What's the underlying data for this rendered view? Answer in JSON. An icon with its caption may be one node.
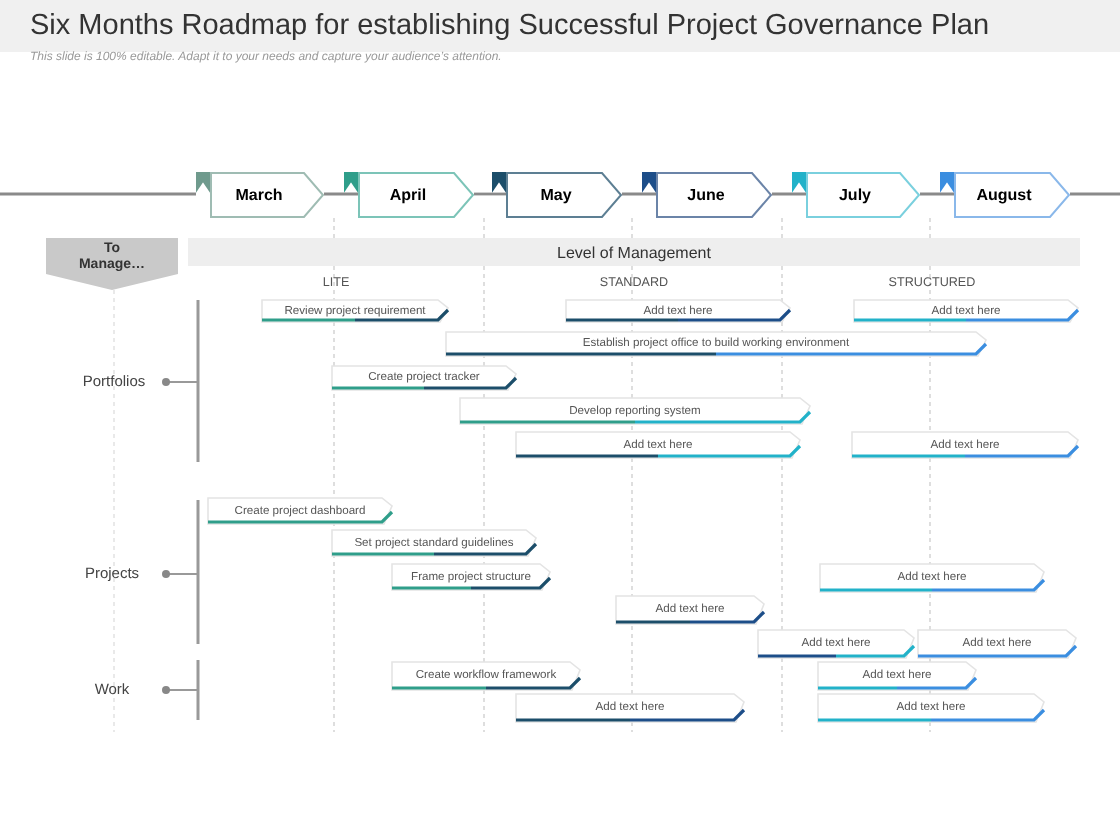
{
  "diagram": {
    "title": "Six Months Roadmap for establishing Successful Project Governance Plan",
    "caption": "This slide is 100% editable. Adapt it to your needs and capture your audience’s attention.",
    "nodes": [
      {
        "text": [
          "March"
        ]
      },
      {
        "text": [
          "April"
        ]
      },
      {
        "text": [
          "May"
        ]
      },
      {
        "text": [
          "June"
        ]
      },
      {
        "text": [
          "July"
        ]
      },
      {
        "text": [
          "August"
        ]
      },
      {
        "text": [
          "To Manage…"
        ]
      },
      {
        "text": [
          "Level of Management"
        ]
      },
      {
        "text": [
          "Review  project requirement"
        ]
      },
      {
        "text": [
          "Add text here"
        ]
      },
      {
        "text": [
          "Add text here"
        ]
      },
      {
        "text": [
          "Establish project office to build working environment"
        ]
      },
      {
        "text": [
          "Create project tracker"
        ]
      },
      {
        "text": [
          "Develop reporting system"
        ]
      },
      {
        "text": [
          "Add text here"
        ]
      },
      {
        "text": [
          "Add text here"
        ]
      },
      {
        "text": [
          "Create project dashboard"
        ]
      },
      {
        "text": [
          "Set project standard guidelines"
        ]
      },
      {
        "text": [
          "Frame project structure"
        ]
      },
      {
        "text": [
          "Add text here"
        ]
      },
      {
        "text": [
          "Add text here"
        ]
      },
      {
        "text": [
          "Add text here"
        ]
      },
      {
        "text": [
          "Add text here"
        ]
      },
      {
        "text": [
          "Create workflow framework"
        ]
      },
      {
        "text": [
          "Add text here"
        ]
      },
      {
        "text": [
          "Add text here"
        ]
      },
      {
        "text": [
          "Add text here"
        ]
      }
    ],
    "edges": [
      {
        "from": null,
        "to": 0,
        "arrow": "none"
      },
      {
        "from": 0,
        "to": 1,
        "arrow": "none"
      },
      {
        "from": 1,
        "to": 2,
        "arrow": "none"
      },
      {
        "from": 2,
        "to": 3,
        "arrow": "none"
      },
      {
        "from": 3,
        "to": 4,
        "arrow": "none"
      },
      {
        "from": 4,
        "to": 5,
        "arrow": "none"
      },
      {
        "from": 5,
        "to": null,
        "arrow": "none"
      }
    ],
    "labels": [
      "LITE",
      "STANDARD",
      "STRUCTURED",
      "Portfolios",
      "Projects",
      "Work"
    ]
  }
}
